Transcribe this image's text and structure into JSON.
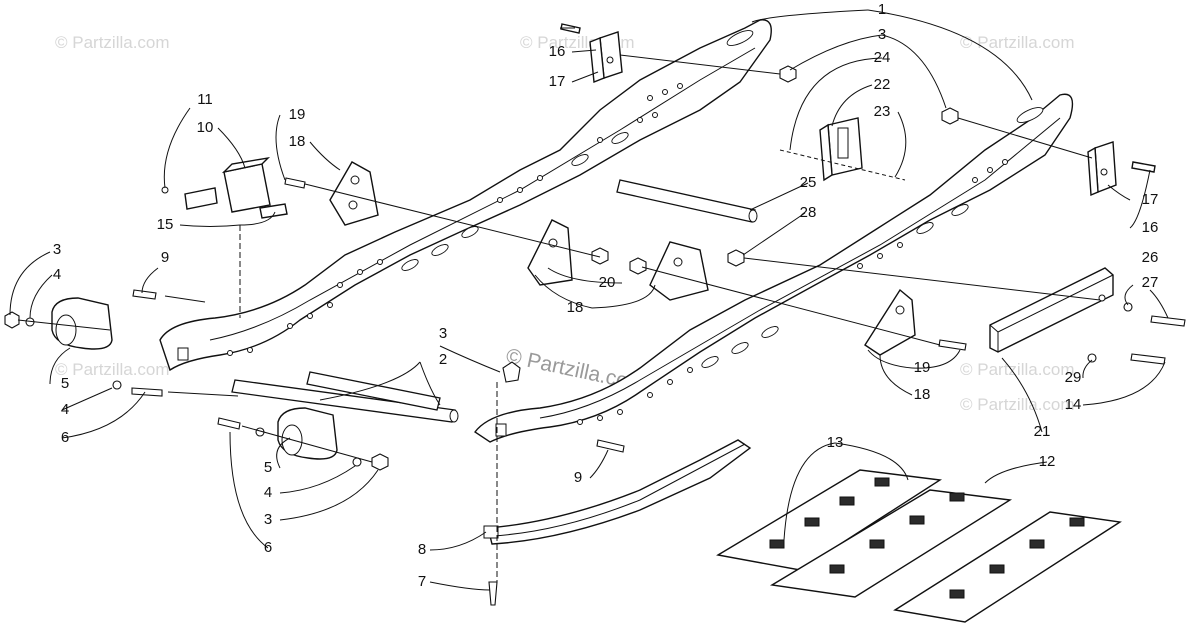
{
  "watermarks": [
    "© Partzilla.com",
    "© Partzilla.com",
    "© Partzilla.com",
    "© Partzilla.com",
    "© Partzilla.com",
    "© Partzilla.com"
  ],
  "center_watermark": "© Partzilla.com",
  "callouts": [
    "1",
    "2",
    "3",
    "3",
    "3",
    "3",
    "3",
    "4",
    "4",
    "4",
    "5",
    "5",
    "6",
    "6",
    "7",
    "8",
    "9",
    "9",
    "10",
    "11",
    "12",
    "13",
    "14",
    "15",
    "16",
    "16",
    "17",
    "17",
    "18",
    "18",
    "18",
    "19",
    "19",
    "20",
    "21",
    "22",
    "23",
    "24",
    "25",
    "26",
    "27",
    "28",
    "29"
  ]
}
